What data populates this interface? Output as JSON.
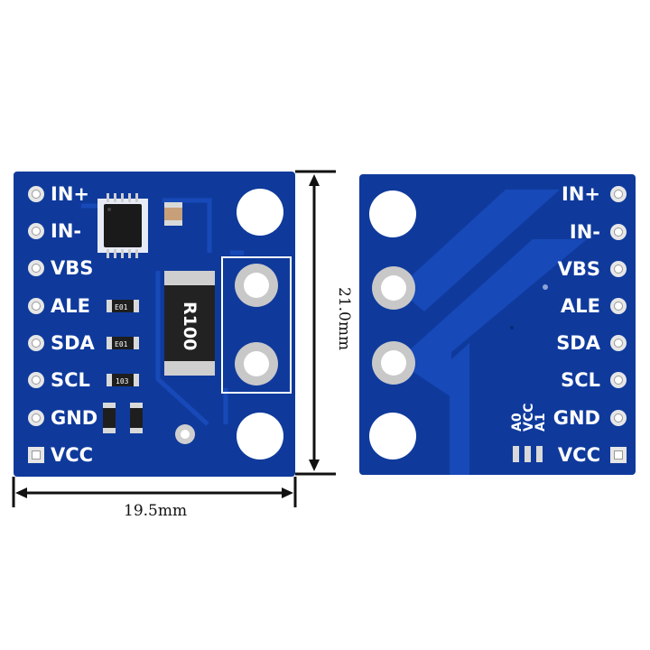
{
  "board": {
    "front_pins": [
      "IN+",
      "IN-",
      "VBS",
      "ALE",
      "SDA",
      "SCL",
      "GND",
      "VCC"
    ],
    "back_pins": [
      "IN+",
      "IN-",
      "VBS",
      "ALE",
      "SDA",
      "SCL",
      "GND",
      "VCC"
    ],
    "shunt_label": "R100",
    "smd_code": "E01",
    "smd_code_alt": "103",
    "addr_labels": [
      "A0",
      "VCC",
      "A1"
    ]
  },
  "dimensions": {
    "width": "19.5mm",
    "height": "21.0mm"
  },
  "colors": {
    "pcb": "#0f3a9c",
    "pcb_trace": "#1749b8",
    "pad": "#e6e6e6",
    "silk": "#ffffff",
    "resistor": "#1e1e1e"
  }
}
